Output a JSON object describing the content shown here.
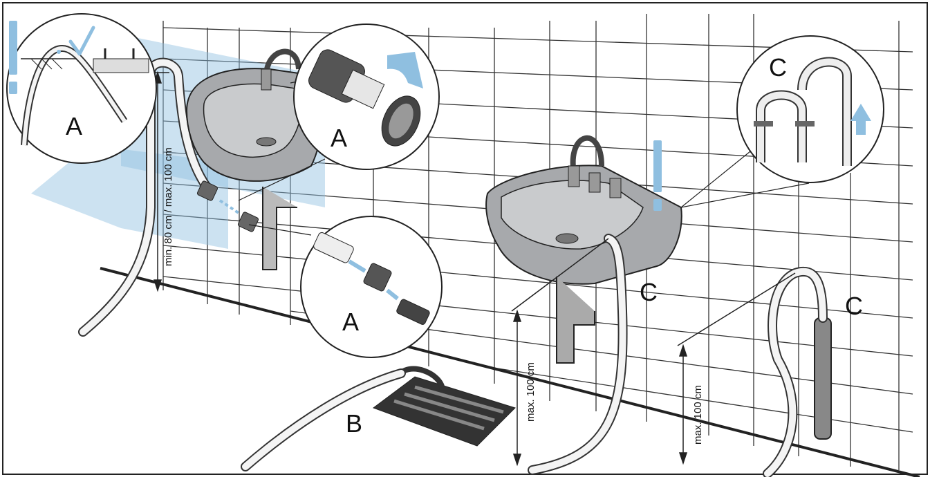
{
  "labels": {
    "a1": "A",
    "a2": "A",
    "a3": "A",
    "b": "B",
    "c1": "C",
    "c2": "C",
    "c3": "C"
  },
  "dimensions": {
    "left": "min. 80 cm / max. 100 cm",
    "middle": "max. 100 cm",
    "right": "max. 100 cm"
  },
  "symbols": {
    "warning_icon": "exclamation-mark",
    "check_icon": "check-mark",
    "arrow_icon": "arrow"
  },
  "colors": {
    "accent_blue": "#8fbfe0",
    "sink_gray": "#a7a9ac",
    "outline": "#222222"
  }
}
